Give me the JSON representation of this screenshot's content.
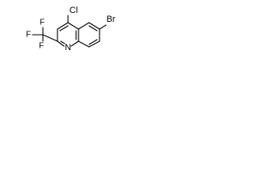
{
  "molecule": {
    "atoms": {
      "chlorine": "Cl",
      "bromine": "Br",
      "nitrogen": "N",
      "fluorine_top": "F",
      "fluorine_left": "F",
      "fluorine_bottom": "F"
    }
  },
  "colors": {
    "bond": "#000000",
    "background": "#ffffff"
  }
}
